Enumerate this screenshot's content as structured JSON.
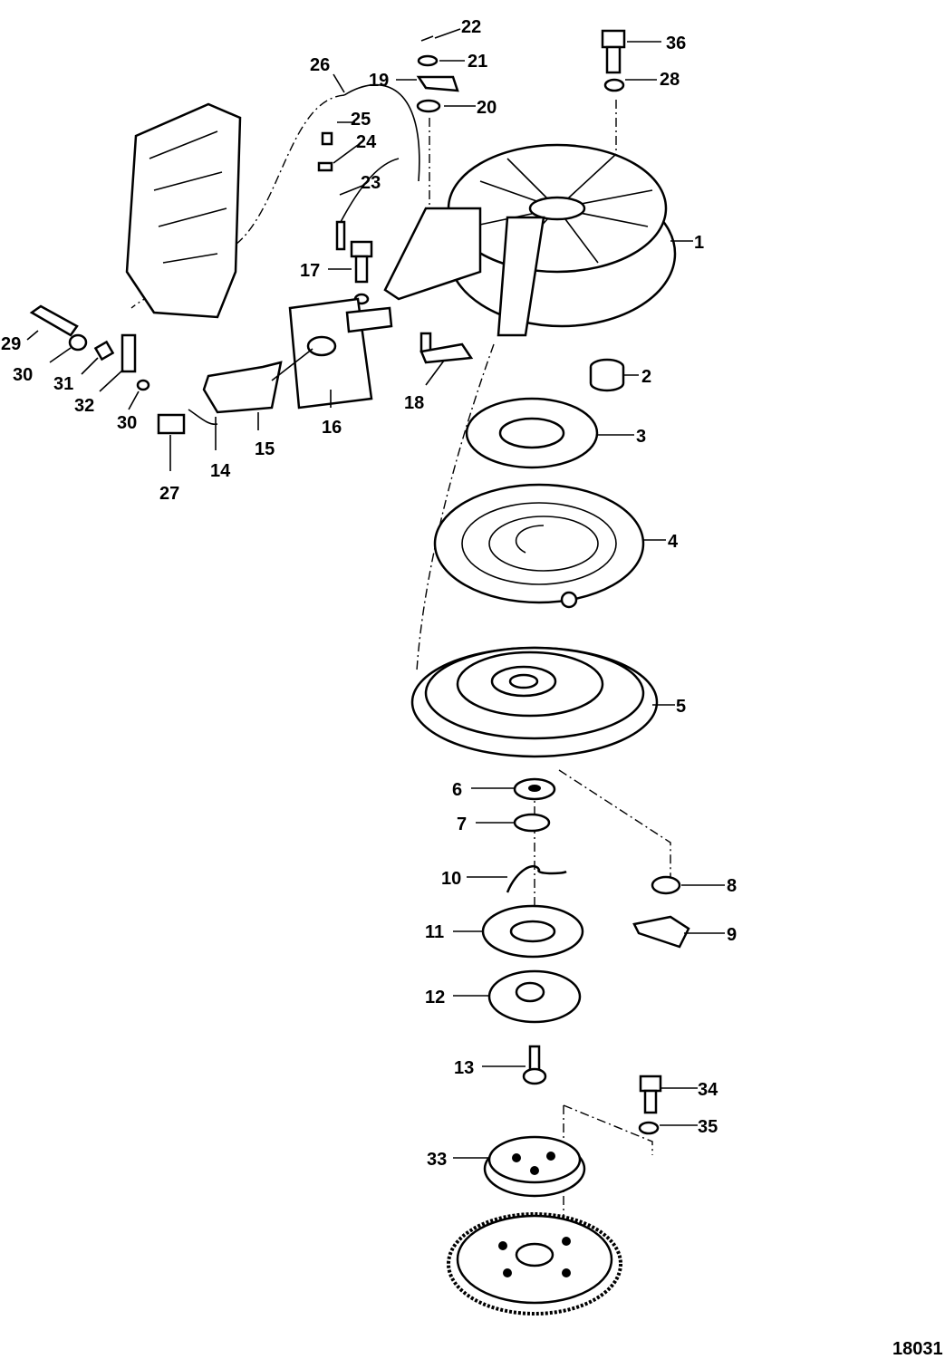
{
  "diagram": {
    "title": "Exploded view - recoil starter assembly",
    "figure_number": "18031",
    "callouts": [
      "22",
      "21",
      "19",
      "20",
      "26",
      "25",
      "24",
      "23",
      "36",
      "28",
      "1",
      "17",
      "29",
      "30",
      "31",
      "32",
      "30",
      "27",
      "14",
      "15",
      "16",
      "18",
      "2",
      "3",
      "4",
      "5",
      "6",
      "7",
      "8",
      "10",
      "11",
      "9",
      "12",
      "13",
      "34",
      "35",
      "33"
    ]
  }
}
